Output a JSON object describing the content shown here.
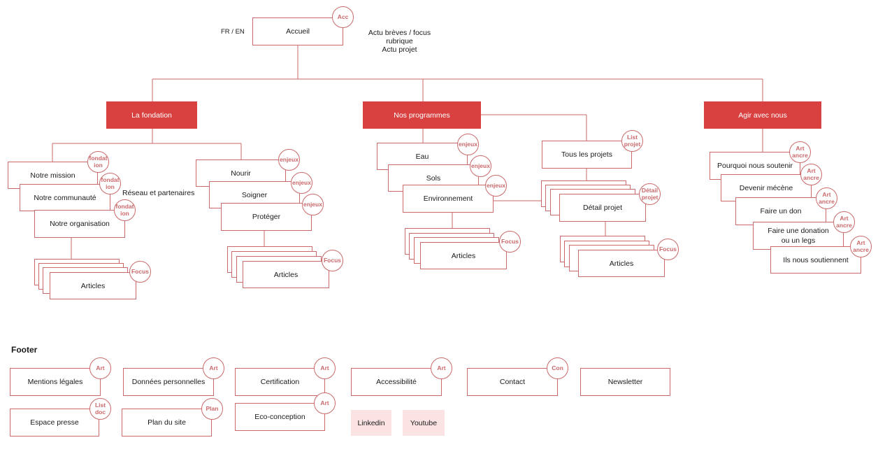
{
  "header": {
    "lang": "FR / EN",
    "home": "Accueil",
    "home_badge": "Acc",
    "home_note_1": "Actu brèves / focus rubrique",
    "home_note_2": "Actu projet"
  },
  "fondation": {
    "title": "La fondation",
    "mission": "Notre mission",
    "communaute": "Notre communauté",
    "organisation": "Notre organisation",
    "badge": "fondat ion",
    "reseau": "Réseau et partenaires",
    "nourir": "Nourir",
    "soigner": "Soigner",
    "proteger": "Protéger",
    "enjeux_badge": "enjeux",
    "articles_1": "Articles",
    "articles_2": "Articles",
    "focus_badge": "Focus"
  },
  "programmes": {
    "title": "Nos programmes",
    "eau": "Eau",
    "sols": "Sols",
    "environnement": "Environnement",
    "enjeux_badge": "enjeux",
    "articles": "Articles",
    "focus_badge": "Focus",
    "tous_projets": "Tous les projets",
    "list_badge": "List projet",
    "detail_projet": "Détail projet",
    "detail_badge": "Détail projet",
    "articles_projet": "Articles"
  },
  "agir": {
    "title": "Agir avec nous",
    "pourquoi": "Pourquoi nous soutenir",
    "mecene": "Devenir mécène",
    "don": "Faire un don",
    "donation_1": "Faire une donation",
    "donation_2": "ou un legs",
    "soutiennent": "Ils nous soutiennent",
    "badge": "Art ancre"
  },
  "footer": {
    "title": "Footer",
    "mentions": "Mentions légales",
    "donnees": "Données personnelles",
    "certification": "Certification",
    "accessibilite": "Accessibilité",
    "contact": "Contact",
    "newsletter": "Newsletter",
    "presse": "Espace presse",
    "plan": "Plan du site",
    "eco": "Eco-conception",
    "linkedin": "Linkedin",
    "youtube": "Youtube",
    "art_badge": "Art",
    "con_badge": "Con",
    "list_doc_badge": "List doc",
    "plan_badge": "Plan"
  },
  "colors": {
    "accent": "#d94040",
    "line": "#c9696b",
    "pink": "#fbe3e3"
  }
}
